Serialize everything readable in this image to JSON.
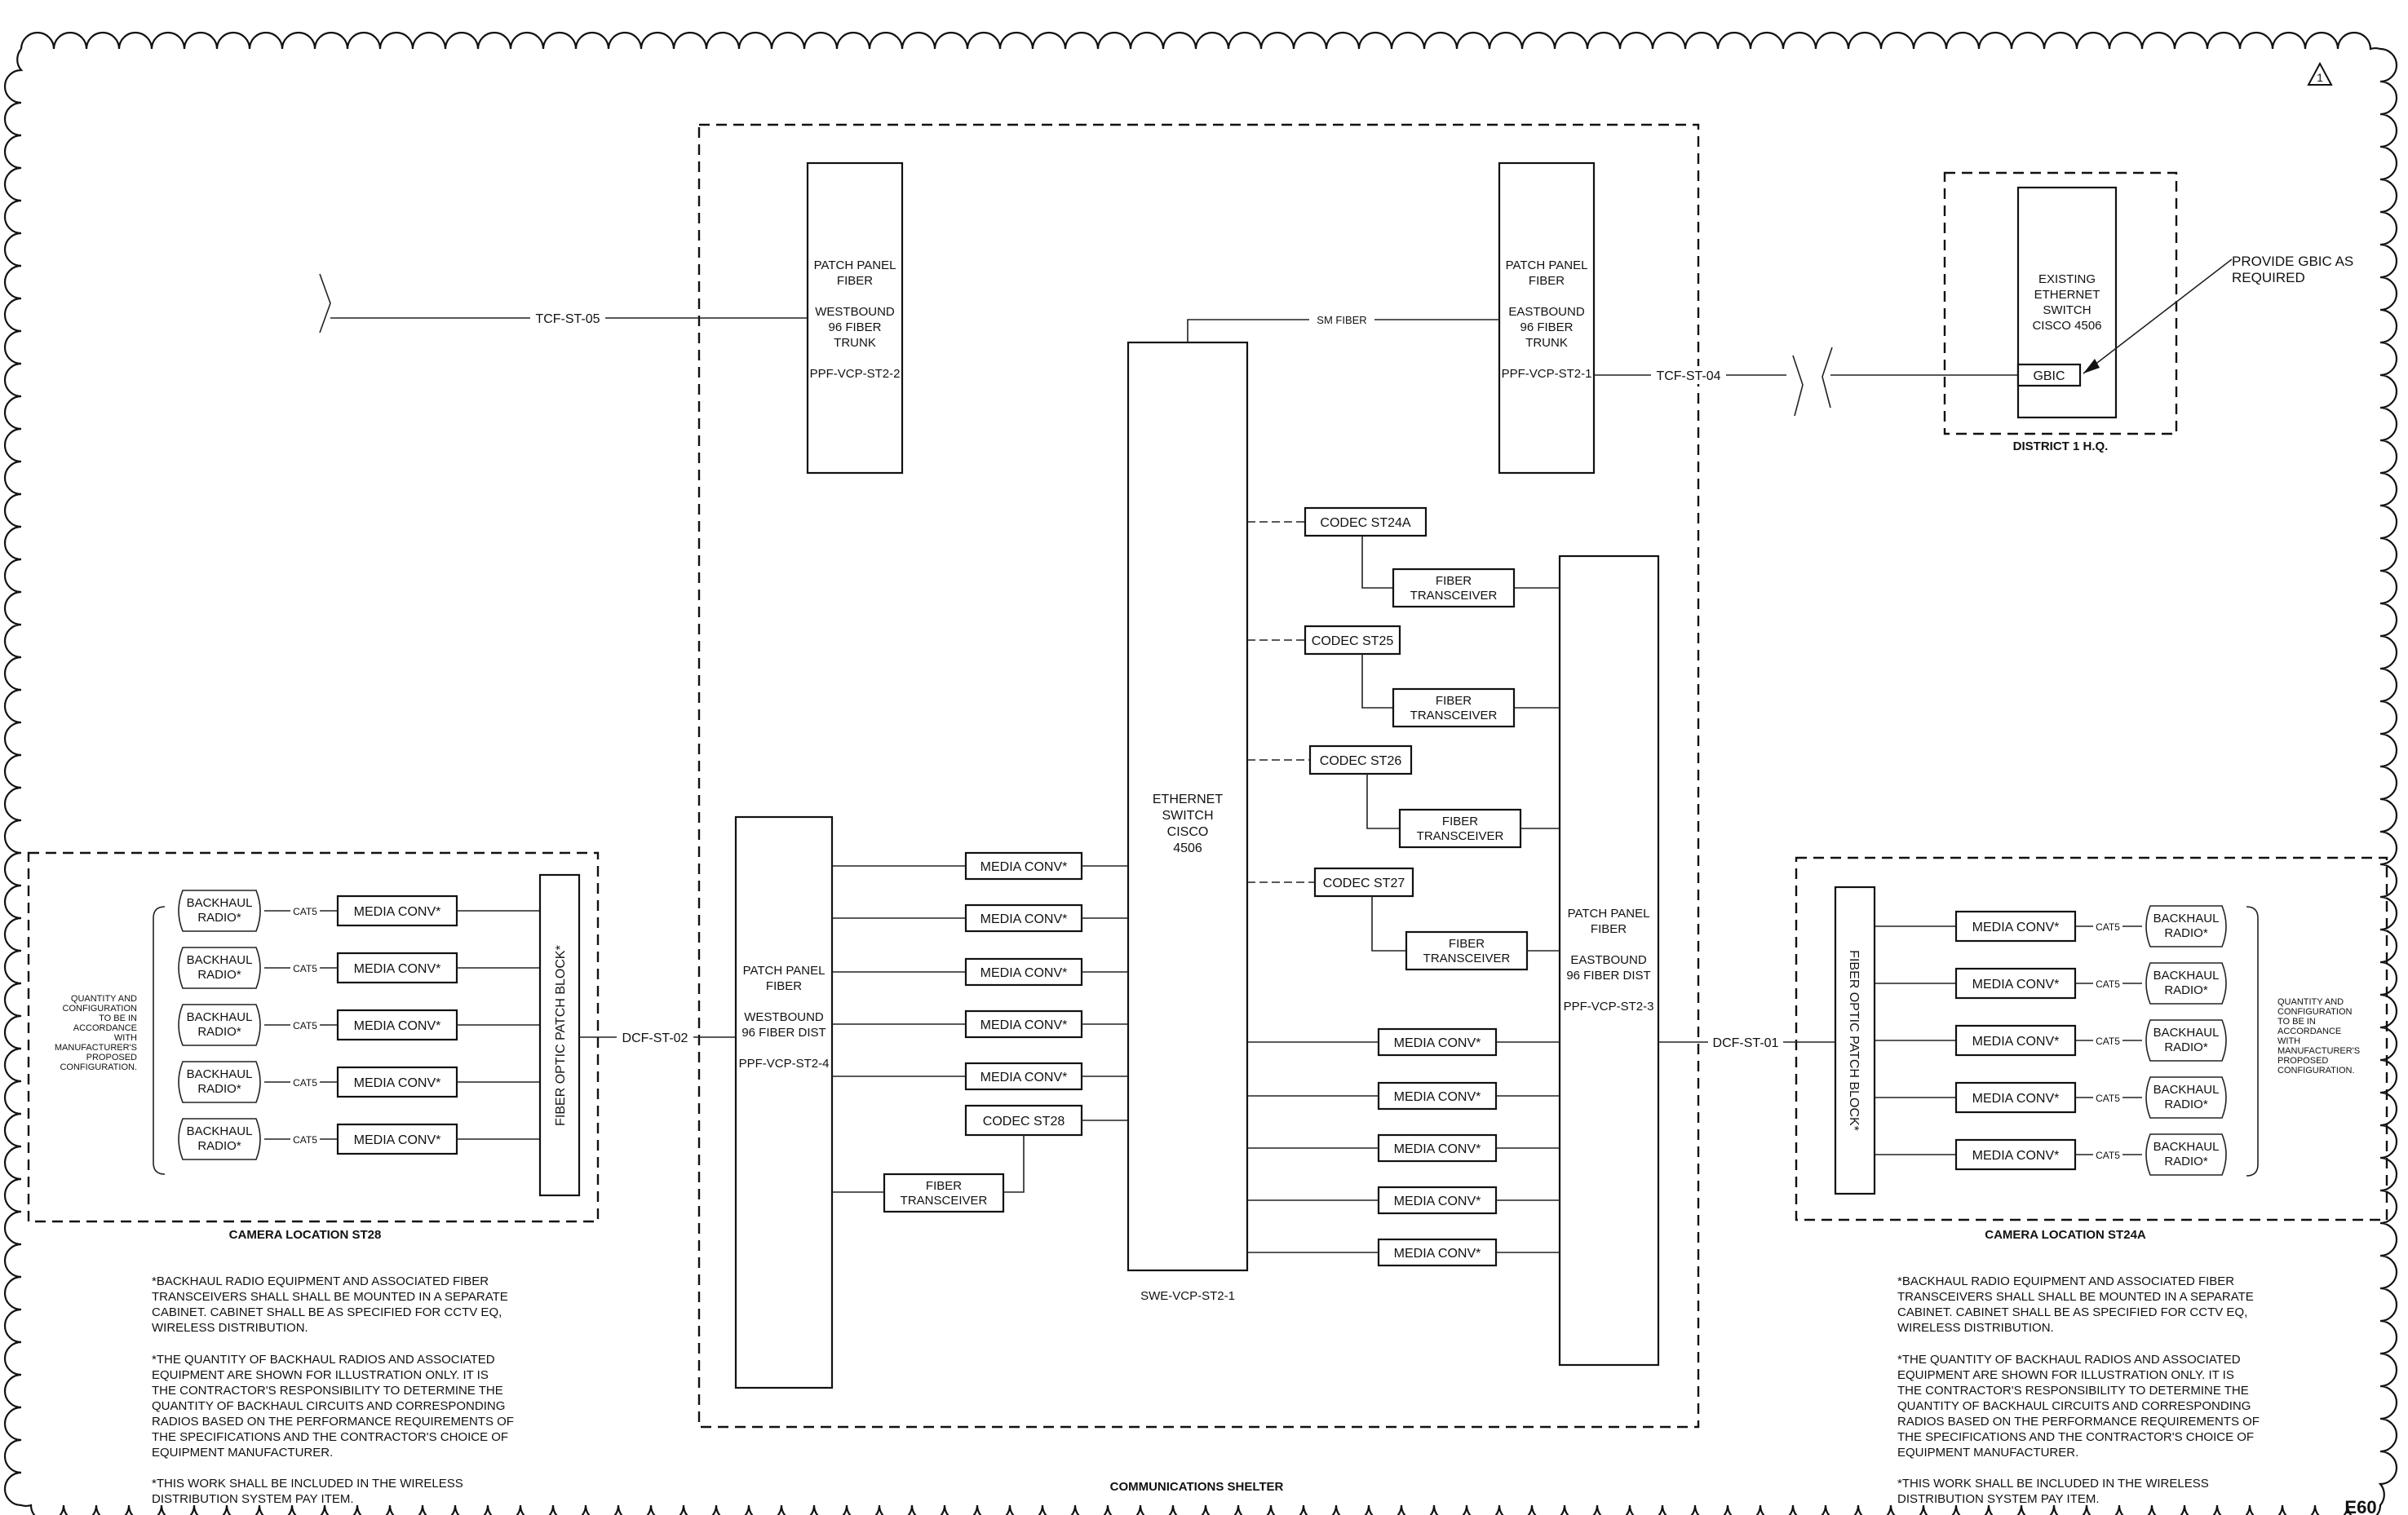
{
  "revision_mark": "1",
  "sheet_number": "E60",
  "shelter": {
    "title": "COMMUNICATIONS SHELTER",
    "ethernet_switch": [
      "ETHERNET",
      "SWITCH",
      "CISCO",
      "4506"
    ],
    "switch_id": "SWE-VCP-ST2-1",
    "sm_fiber_label": "SM FIBER",
    "patch_panel_west_trunk": [
      "PATCH PANEL",
      "FIBER",
      "",
      "WESTBOUND",
      "96 FIBER",
      "TRUNK",
      "",
      "PPF-VCP-ST2-2"
    ],
    "patch_panel_east_trunk": [
      "PATCH PANEL",
      "FIBER",
      "",
      "EASTBOUND",
      "96 FIBER",
      "TRUNK",
      "",
      "PPF-VCP-ST2-1"
    ],
    "patch_panel_west_dist": [
      "PATCH PANEL",
      "FIBER",
      "",
      "WESTBOUND",
      "96 FIBER DIST",
      "",
      "PPF-VCP-ST2-4"
    ],
    "patch_panel_east_dist": [
      "PATCH PANEL",
      "FIBER",
      "",
      "EASTBOUND",
      "96 FIBER DIST",
      "",
      "PPF-VCP-ST2-3"
    ],
    "codecs": [
      "CODEC ST24A",
      "CODEC ST25",
      "CODEC ST26",
      "CODEC ST27",
      "CODEC ST28"
    ],
    "fiber_transceiver": [
      "FIBER",
      "TRANSCEIVER"
    ],
    "media_conv": "MEDIA CONV*"
  },
  "cables": {
    "tcf_west": "TCF-ST-05",
    "tcf_east": "TCF-ST-04",
    "dcf_west": "DCF-ST-02",
    "dcf_east": "DCF-ST-01"
  },
  "district": {
    "title": "DISTRICT 1 H.Q.",
    "switch": [
      "EXISTING",
      "ETHERNET",
      "SWITCH",
      "CISCO 4506"
    ],
    "gbic": "GBIC",
    "callout": [
      "PROVIDE GBIC AS",
      "REQUIRED"
    ]
  },
  "camera_left": {
    "title": "CAMERA LOCATION ST28",
    "patch_block": "FIBER OPTIC PATCH BLOCK*",
    "radio": [
      "BACKHAUL",
      "RADIO*"
    ],
    "cat5": "CAT5",
    "media_conv": "MEDIA CONV*",
    "quantity_note": [
      "QUANTITY AND",
      "CONFIGURATION",
      "TO BE IN",
      "ACCORDANCE",
      "WITH",
      "MANUFACTURER'S",
      "PROPOSED",
      "CONFIGURATION."
    ]
  },
  "camera_right": {
    "title": "CAMERA LOCATION ST24A",
    "patch_block": "FIBER OPTIC PATCH BLOCK*",
    "radio": [
      "BACKHAUL",
      "RADIO*"
    ],
    "cat5": "CAT5",
    "media_conv": "MEDIA CONV*",
    "quantity_note": [
      "QUANTITY AND",
      "CONFIGURATION",
      "TO BE IN",
      "ACCORDANCE",
      "WITH",
      "MANUFACTURER'S",
      "PROPOSED",
      "CONFIGURATION."
    ]
  },
  "notes": {
    "note1": [
      "*BACKHAUL RADIO EQUIPMENT AND ASSOCIATED FIBER",
      "TRANSCEIVERS SHALL SHALL BE MOUNTED IN A SEPARATE",
      "CABINET.  CABINET SHALL BE AS SPECIFIED FOR CCTV EQ,",
      "WIRELESS DISTRIBUTION."
    ],
    "note2": [
      "*THE QUANTITY OF BACKHAUL RADIOS AND ASSOCIATED",
      "EQUIPMENT ARE SHOWN FOR ILLUSTRATION ONLY.  IT IS",
      "THE CONTRACTOR'S RESPONSIBILITY TO DETERMINE THE",
      "QUANTITY OF BACKHAUL CIRCUITS AND CORRESPONDING",
      "RADIOS BASED ON THE PERFORMANCE REQUIREMENTS OF",
      "THE SPECIFICATIONS AND THE CONTRACTOR'S CHOICE OF",
      "EQUIPMENT MANUFACTURER."
    ],
    "note3": [
      "*THIS WORK SHALL BE INCLUDED IN THE WIRELESS",
      "DISTRIBUTION SYSTEM PAY ITEM."
    ]
  }
}
